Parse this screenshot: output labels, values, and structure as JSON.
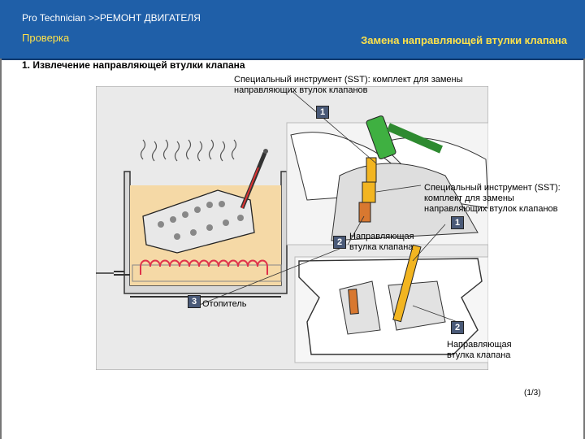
{
  "header": {
    "breadcrumb": "Pro Technician >>РЕМОНТ ДВИГАТЕЛЯ",
    "section": "Проверка",
    "title": "Замена направляющей втулки клапана"
  },
  "step": {
    "heading": "1. Извлечение направляющей втулки клапана"
  },
  "labels": {
    "sst_top_line1": "Специальный инструмент (SST): комплект для замены",
    "sst_top_line2": "направляющих втулок клапанов",
    "sst_right_line1": "Специальный инструмент (SST):",
    "sst_right_line2": "комплект для замены",
    "sst_right_line3": "направляющих втулок клапанов",
    "guide_mid_line1": "Направляющая",
    "guide_mid_line2": "втулка клапана",
    "heater": "Отопитель",
    "guide_bot_line1": "Направляющая",
    "guide_bot_line2": "втулка клапана"
  },
  "callouts": {
    "n1_top": "1",
    "n1_right": "1",
    "n2_mid": "2",
    "n2_bot": "2",
    "n3": "3"
  },
  "pagination": "(1/3)",
  "colors": {
    "header_bg": "#1f5fa8",
    "title_yellow": "#ffe24a",
    "oil": "#f5d9a6",
    "coil": "#e0314a",
    "tool_yellow": "#f2b521",
    "hammer_green": "#3fb041"
  }
}
